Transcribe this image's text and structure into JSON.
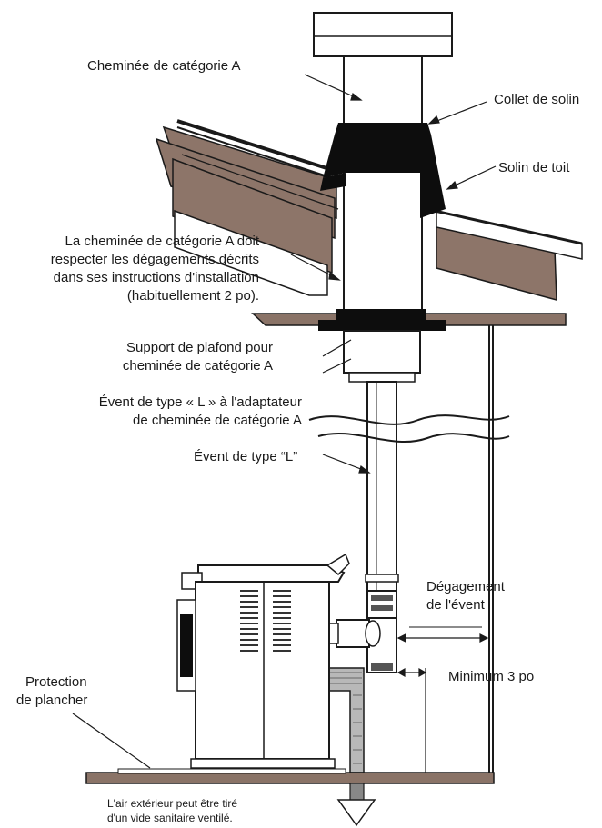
{
  "labels": {
    "cheminee_a": "Cheminée de catégorie A",
    "collet_solin": "Collet de solin",
    "solin_toit": "Solin de toit",
    "degagements_l1": "La cheminée de catégorie A doit",
    "degagements_l2": "respecter les dégagements décrits",
    "degagements_l3": "dans ses instructions d'installation",
    "degagements_l4": "(habituellement 2 po).",
    "support_l1": "Support de plafond pour",
    "support_l2": "cheminée de catégorie A",
    "adaptateur_l1": "Évent de type « L » à l'adaptateur",
    "adaptateur_l2": "de cheminée de catégorie A",
    "event_l": "Évent de type “L”",
    "degagement_event_l1": "Dégagement",
    "degagement_event_l2": "de l'évent",
    "minimum": "Minimum 3 po",
    "protection_l1": "Protection",
    "protection_l2": "de plancher",
    "air_l1": "L'air extérieur peut être tiré",
    "air_l2": "d'un vide sanitaire ventilé."
  },
  "colors": {
    "roof_brown": "#8d7569",
    "flashing_black": "#0d0d0d",
    "floor_brown": "#8a7367",
    "line": "#1a1a1a"
  }
}
